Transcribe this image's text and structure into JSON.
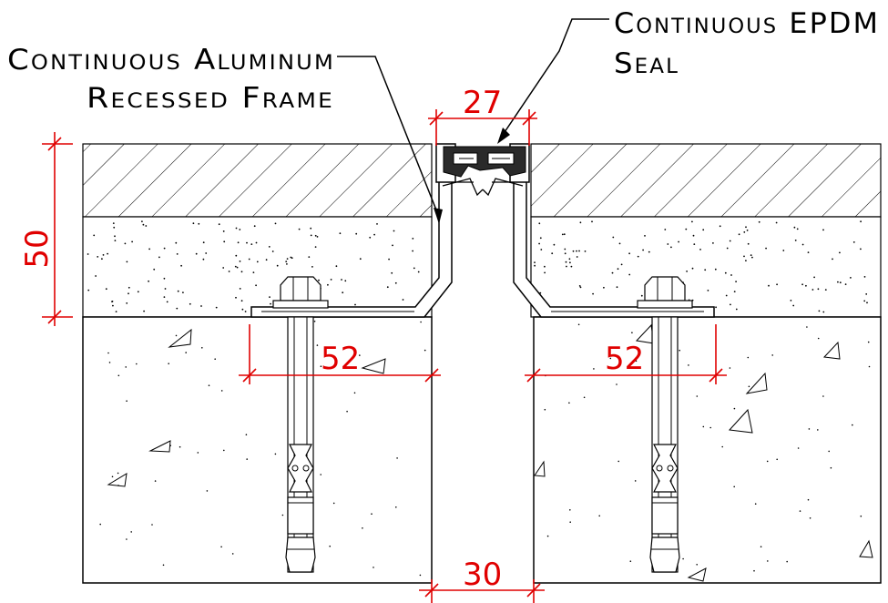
{
  "labels": {
    "frame_line1": "Continuous Aluminum",
    "frame_line2": "Recessed Frame",
    "seal_line1": "Continuous EPDM",
    "seal_line2": "Seal"
  },
  "dimensions": {
    "top_width": "27",
    "depth": "50",
    "left_flange": "52",
    "right_flange": "52",
    "gap": "30"
  },
  "colors": {
    "dimension": "#e00000",
    "linework": "#000000"
  }
}
